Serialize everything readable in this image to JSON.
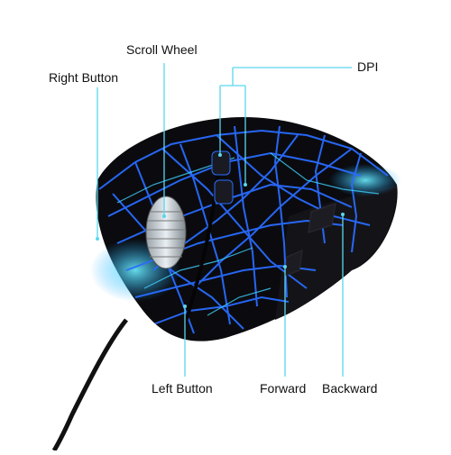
{
  "labels": {
    "scroll_wheel": "Scroll Wheel",
    "right_button": "Right Button",
    "dpi": "DPI",
    "left_button": "Left Button",
    "forward": "Forward",
    "backward": "Backward"
  },
  "colors": {
    "background": "#ffffff",
    "mouse_body": "#0b0b0f",
    "crackle_line": "#2a6cff",
    "glow": "#3fd2ff",
    "leader_line": "#5bd6ee",
    "label_text": "#111111"
  }
}
